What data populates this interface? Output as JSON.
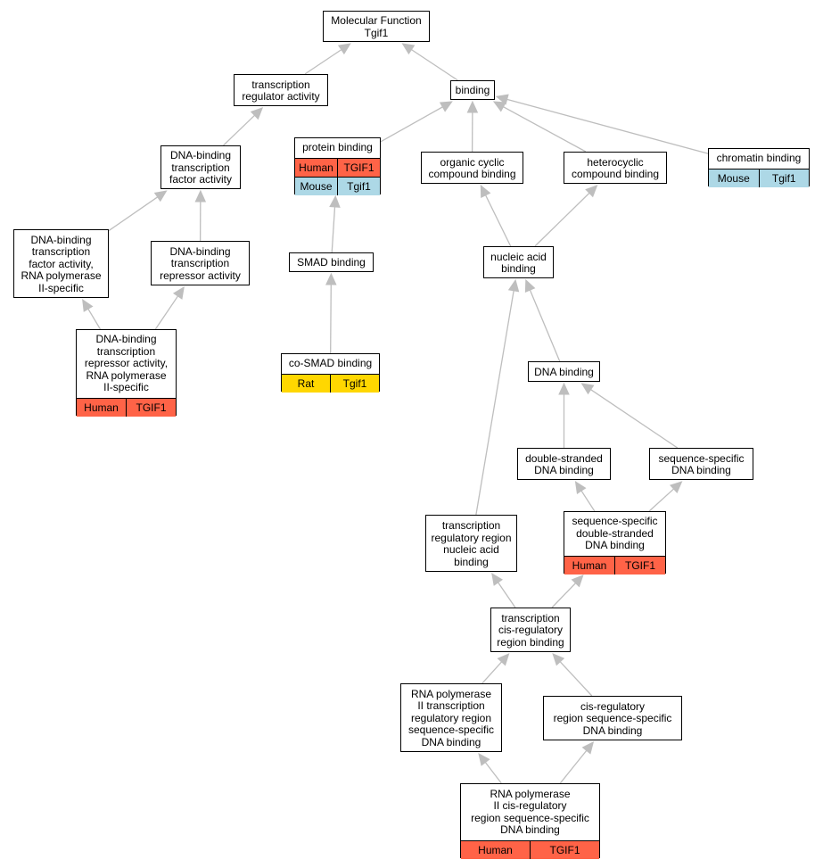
{
  "colors": {
    "Human": "#FF6347",
    "Mouse": "#ADD8E6",
    "Rat": "#FFD700",
    "edge": "#BEBEBE"
  },
  "nodes": {
    "mf": {
      "label": "Molecular Function\nTgif1",
      "annotations": []
    },
    "binding": {
      "label": "binding",
      "annotations": []
    },
    "tra": {
      "label": "transcription\nregulator activity",
      "annotations": []
    },
    "pb": {
      "label": "protein binding",
      "annotations": [
        {
          "species": "Human",
          "gene": "TGIF1"
        },
        {
          "species": "Mouse",
          "gene": "Tgif1"
        }
      ]
    },
    "occb": {
      "label": "organic cyclic\ncompound binding",
      "annotations": []
    },
    "hcb": {
      "label": "heterocyclic\ncompound binding",
      "annotations": []
    },
    "chb": {
      "label": "chromatin binding",
      "annotations": [
        {
          "species": "Mouse",
          "gene": "Tgif1"
        }
      ]
    },
    "dbtfa": {
      "label": "DNA-binding\ntranscription\nfactor activity",
      "annotations": []
    },
    "dbtfa2": {
      "label": "DNA-binding\ntranscription\nfactor activity,\nRNA polymerase\nII-specific",
      "annotations": []
    },
    "dbtra": {
      "label": "DNA-binding\ntranscription\nrepressor activity",
      "annotations": []
    },
    "dbtra2": {
      "label": "DNA-binding\ntranscription\nrepressor activity,\nRNA polymerase\nII-specific",
      "annotations": [
        {
          "species": "Human",
          "gene": "TGIF1"
        }
      ]
    },
    "smad": {
      "label": "SMAD binding",
      "annotations": []
    },
    "cosmad": {
      "label": "co-SMAD binding",
      "annotations": [
        {
          "species": "Rat",
          "gene": "Tgif1"
        }
      ]
    },
    "nab": {
      "label": "nucleic acid\nbinding",
      "annotations": []
    },
    "dnab": {
      "label": "DNA binding",
      "annotations": []
    },
    "dsdna": {
      "label": "double-stranded\nDNA binding",
      "annotations": []
    },
    "ssdna": {
      "label": "sequence-specific\nDNA binding",
      "annotations": []
    },
    "ssdsdna": {
      "label": "sequence-specific\ndouble-stranded\nDNA binding",
      "annotations": [
        {
          "species": "Human",
          "gene": "TGIF1"
        }
      ]
    },
    "trrnab": {
      "label": "transcription\nregulatory region\nnucleic acid\nbinding",
      "annotations": []
    },
    "tcrrb": {
      "label": "transcription\ncis-regulatory\nregion binding",
      "annotations": []
    },
    "rnap2": {
      "label": "RNA polymerase\nII transcription\nregulatory region\nsequence-specific\nDNA binding",
      "annotations": []
    },
    "crssdb": {
      "label": "cis-regulatory\nregion sequence-specific\nDNA binding",
      "annotations": []
    },
    "rnap2cis": {
      "label": "RNA polymerase\nII cis-regulatory\nregion sequence-specific\nDNA binding",
      "annotations": [
        {
          "species": "Human",
          "gene": "TGIF1"
        }
      ]
    }
  },
  "edges": [
    [
      "binding",
      "mf"
    ],
    [
      "tra",
      "mf"
    ],
    [
      "pb",
      "binding"
    ],
    [
      "occb",
      "binding"
    ],
    [
      "hcb",
      "binding"
    ],
    [
      "chb",
      "binding"
    ],
    [
      "dbtfa",
      "tra"
    ],
    [
      "dbtfa2",
      "dbtfa"
    ],
    [
      "dbtra",
      "dbtfa"
    ],
    [
      "dbtra2",
      "dbtfa2"
    ],
    [
      "dbtra2",
      "dbtra"
    ],
    [
      "smad",
      "pb"
    ],
    [
      "cosmad",
      "smad"
    ],
    [
      "nab",
      "occb"
    ],
    [
      "nab",
      "hcb"
    ],
    [
      "dnab",
      "nab"
    ],
    [
      "trrnab",
      "nab"
    ],
    [
      "dsdna",
      "dnab"
    ],
    [
      "ssdna",
      "dnab"
    ],
    [
      "ssdsdna",
      "dsdna"
    ],
    [
      "ssdsdna",
      "ssdna"
    ],
    [
      "tcrrb",
      "trrnab"
    ],
    [
      "tcrrb",
      "ssdsdna"
    ],
    [
      "rnap2",
      "tcrrb"
    ],
    [
      "crssdb",
      "tcrrb"
    ],
    [
      "rnap2cis",
      "rnap2"
    ],
    [
      "rnap2cis",
      "crssdb"
    ]
  ]
}
